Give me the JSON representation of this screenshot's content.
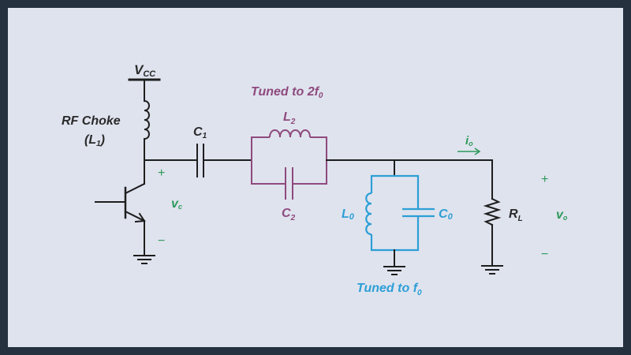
{
  "colors": {
    "frame": "#25313f",
    "background": "#dfe3ee",
    "wire": "#1e1e1e",
    "second_harmonic_trap": "#8e4a7e",
    "fundamental_tank": "#2d9fd6",
    "signal_annotation": "#2e9a5a"
  },
  "labels": {
    "vcc": {
      "main": "V",
      "sub": "CC"
    },
    "rf_choke": {
      "line1": "RF Choke",
      "line2_open": "(L",
      "line2_sub": "1",
      "line2_close": ")"
    },
    "c1": {
      "main": "C",
      "sub": "1"
    },
    "trap_title": {
      "main": "Tuned to 2f",
      "sub": "0"
    },
    "l2": {
      "main": "L",
      "sub": "2"
    },
    "c2": {
      "main": "C",
      "sub": "2"
    },
    "l0": {
      "main": "L",
      "sub": "0"
    },
    "c0": {
      "main": "C",
      "sub": "0"
    },
    "tank_title": {
      "main": "Tuned to f",
      "sub": "0"
    },
    "rl": {
      "main": "R",
      "sub": "L"
    },
    "io": {
      "main": "i",
      "sub": "o"
    },
    "vc": {
      "main": "v",
      "sub": "c"
    },
    "vo": {
      "main": "v",
      "sub": "o"
    },
    "plus": "+",
    "minus": "−"
  }
}
